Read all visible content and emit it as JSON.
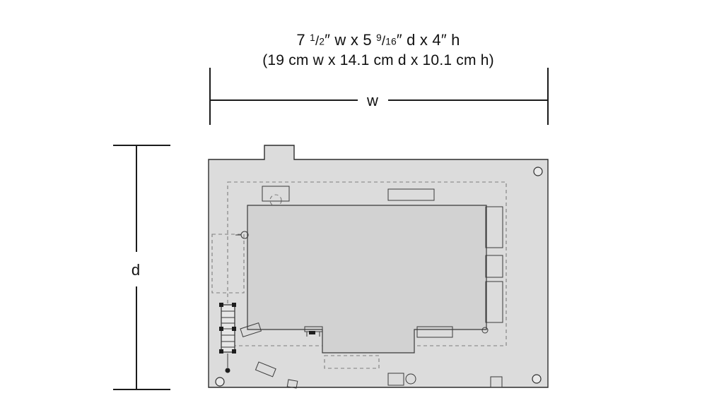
{
  "caption": {
    "imperial": {
      "p0": "7 ",
      "p1": "1",
      "p2": "/",
      "p3": "2",
      "p4": "″ w x 5 ",
      "p5": "9",
      "p6": "/",
      "p7": "16",
      "p8": "″ d x 4″ h"
    },
    "metric": "(19 cm w x 14.1 cm d x 10.1 cm h)"
  },
  "dimensions": {
    "width_label": "w",
    "depth_label": "d"
  },
  "colors": {
    "background": "#ffffff",
    "base_fill": "#dcdcdc",
    "building_fill": "#d2d2d2",
    "outline": "#2d2d2d",
    "dashed_line": "#7e7e7e"
  }
}
